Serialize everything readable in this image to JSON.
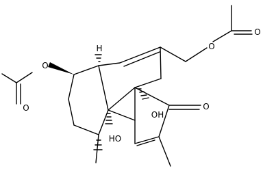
{
  "atoms": {
    "o_ester_top": "O",
    "o_carbonyl_top": "O",
    "o_ester_left": "O",
    "o_carbonyl_left": "O",
    "oh_ring": "OH",
    "ho_junction": "HO",
    "o_ketone": "O",
    "h_stereo": "H"
  }
}
